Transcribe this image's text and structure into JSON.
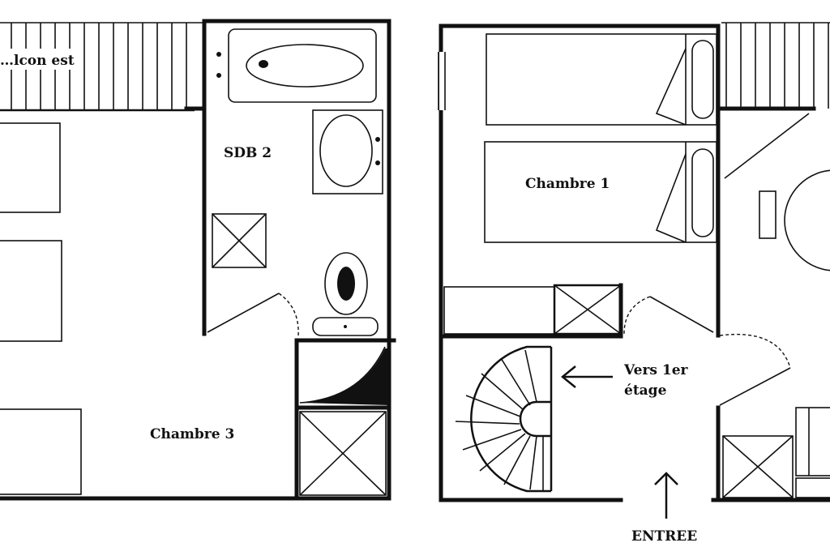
{
  "rooms": {
    "balcony": "…lcon est",
    "bathroom_2": "SDB 2",
    "bedroom_1": "Chambre 1",
    "bedroom_3": "Chambre 3"
  },
  "stairs": {
    "line1": "Vers 1er",
    "line2": "étage"
  },
  "entrance": "ENTREE"
}
